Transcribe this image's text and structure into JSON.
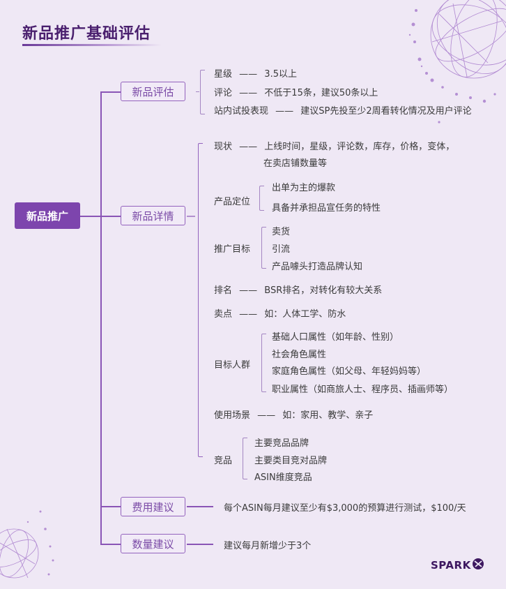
{
  "header": {
    "title": "新品推广基础评估"
  },
  "root": {
    "label": "新品推广"
  },
  "branches": {
    "evaluation": {
      "label": "新品评估",
      "items": [
        {
          "label": "星级",
          "sep": "——",
          "value": "3.5以上"
        },
        {
          "label": "评论",
          "sep": "——",
          "value": "不低于15条，建议50条以上"
        },
        {
          "label": "站内试投表现",
          "sep": "——",
          "value": "建议SP先投至少2周看转化情况及用户评论"
        }
      ]
    },
    "details": {
      "label": "新品详情",
      "status": {
        "label": "现状",
        "sep": "——",
        "line1": "上线时间，星级，评论数，库存，价格，变体，",
        "line2": "在卖店铺数量等"
      },
      "positioning": {
        "label": "产品定位",
        "items": [
          "出单为主的爆款",
          "具备并承担品宣任务的特性"
        ]
      },
      "goals": {
        "label": "推广目标",
        "items": [
          "卖货",
          "引流",
          "产品噱头打造品牌认知"
        ]
      },
      "ranking": {
        "label": "排名",
        "sep": "——",
        "value": "BSR排名，对转化有较大关系"
      },
      "selling_points": {
        "label": "卖点",
        "sep": "——",
        "value": "如：人体工学、防水"
      },
      "audience": {
        "label": "目标人群",
        "items": [
          "基础人口属性（如年龄、性别）",
          "社会角色属性",
          "家庭角色属性（如父母、年轻妈妈等）",
          "职业属性（如商旅人士、程序员、插画师等）"
        ]
      },
      "scenarios": {
        "label": "使用场景",
        "sep": "——",
        "value": "如：家用、教学、亲子"
      },
      "competitors": {
        "label": "竞品",
        "items": [
          "主要竞品品牌",
          "主要类目竞对品牌",
          "ASIN维度竞品"
        ]
      }
    },
    "budget": {
      "label": "费用建议",
      "value": "每个ASIN每月建议至少有$3,000的预算进行测试，$100/天"
    },
    "quantity": {
      "label": "数量建议",
      "value": "建议每月新增少于3个"
    }
  },
  "brand": {
    "logo_text": "SPARK"
  },
  "colors": {
    "background": "#efe8f5",
    "accent": "#7d45ad",
    "title": "#4a1f6e",
    "line": "#8a55b6"
  }
}
